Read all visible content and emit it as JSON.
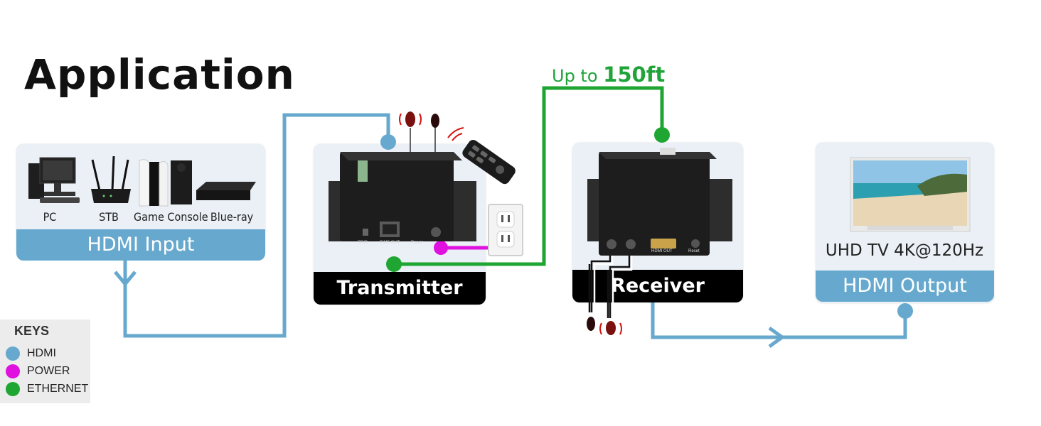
{
  "title": "Application",
  "range": {
    "prefix": "Up to",
    "distance": "150ft"
  },
  "hdmi_input": {
    "band": "HDMI Input",
    "devices": [
      {
        "label": "PC",
        "icon": "pc-icon"
      },
      {
        "label": "STB",
        "icon": "router-icon"
      },
      {
        "label": "Game Console",
        "icon": "game-console-icon"
      },
      {
        "label": "Blue-ray",
        "icon": "bluray-player-icon"
      }
    ]
  },
  "transmitter": {
    "band": "Transmitter",
    "port_labels": [
      "EDID",
      "RJ45 OUT",
      "Power"
    ]
  },
  "receiver": {
    "band": "Receiver",
    "port_labels": [
      "HDMI OUT",
      "Reset"
    ]
  },
  "hdmi_output": {
    "tv_label": "UHD TV 4K@120Hz",
    "band": "HDMI Output"
  },
  "keys": {
    "title": "KEYS",
    "items": [
      {
        "label": "HDMI",
        "color": "#67a9ce"
      },
      {
        "label": "POWER",
        "color": "#e010e0"
      },
      {
        "label": "ETHERNET",
        "color": "#1fa632"
      }
    ]
  },
  "colors": {
    "hdmi": "#67a9ce",
    "power": "#e010e0",
    "ethernet": "#1fa632",
    "band_black": "#000000"
  }
}
